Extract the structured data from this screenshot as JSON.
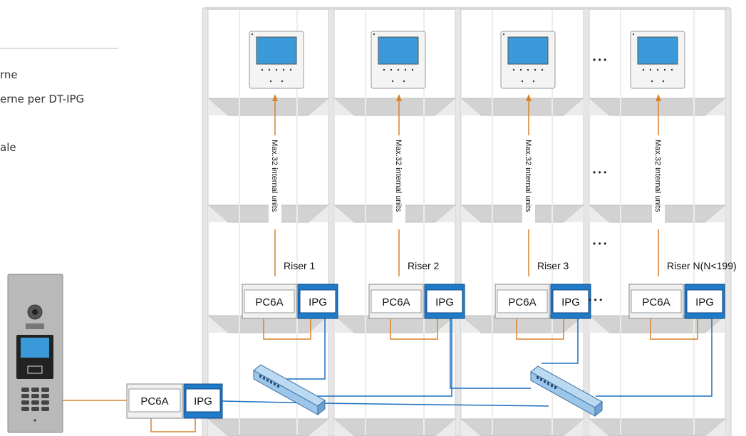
{
  "sidebar": {
    "line1": "rne",
    "line2": "erne per DT-IPG",
    "line3": "ale"
  },
  "colors": {
    "orange": "#d9822b",
    "blue": "#1a6fbf",
    "riser_frame": "#d8d8d8",
    "floor": "#c8c8c8",
    "ipg_fill": "#1f7ac8"
  },
  "risers": [
    {
      "label": "Riser 1",
      "units_label": "Max.32 internal units",
      "pc_label": "PC6A",
      "ipg_label": "IPG"
    },
    {
      "label": "Riser 2",
      "units_label": "Max.32 internal units",
      "pc_label": "PC6A",
      "ipg_label": "IPG"
    },
    {
      "label": "Riser 3",
      "units_label": "Max.32 internal units",
      "pc_label": "PC6A",
      "ipg_label": "IPG"
    },
    {
      "label": "Riser N(N<199)",
      "units_label": "Max.32 internal units",
      "pc_label": "PC6A",
      "ipg_label": "IPG"
    }
  ],
  "entrance": {
    "pc_label": "PC6A",
    "ipg_label": "IPG"
  },
  "ellipsis": "• • •"
}
